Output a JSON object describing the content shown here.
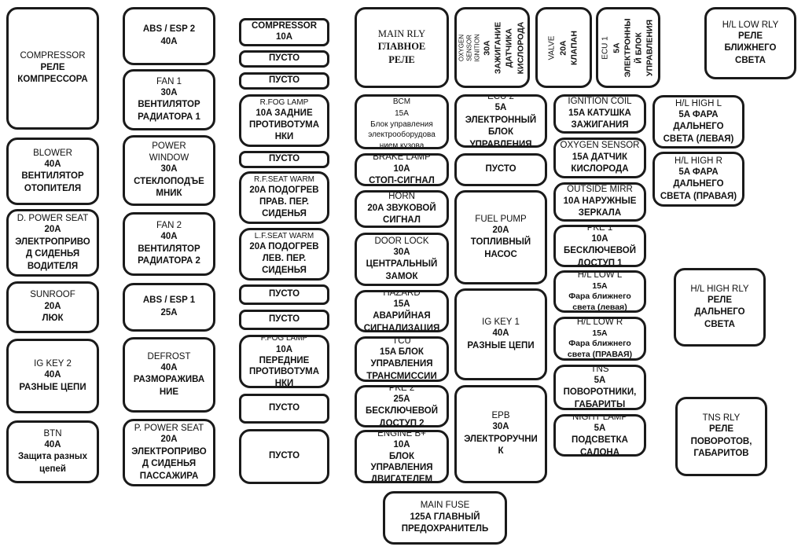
{
  "boxes": [
    {
      "id": "compressor-relay",
      "title": "COMPRESSOR",
      "desc": "РЕЛЕ\nКОМПРЕССОРА"
    },
    {
      "id": "blower",
      "title": "BLOWER",
      "desc": "40A\nВЕНТИЛЯТОР\nОТОПИТЕЛЯ"
    },
    {
      "id": "d-power-seat",
      "title": "D. POWER SEAT",
      "desc": "20A\nЭЛЕКТРОПРИВО\nД СИДЕНЬЯ\nВОДИТЕЛЯ"
    },
    {
      "id": "sunroof",
      "title": "SUNROOF",
      "desc": "20A\nЛЮК"
    },
    {
      "id": "ig-key-2",
      "title": "IG KEY 2",
      "desc": "40A\nРАЗНЫЕ ЦЕПИ"
    },
    {
      "id": "btn",
      "title": "BTN",
      "desc": "40A\nЗащита разных\nцепей"
    },
    {
      "id": "abs-esp-2",
      "title": "",
      "desc": "ABS / ESP 2\n40A"
    },
    {
      "id": "fan-1",
      "title": "FAN 1",
      "desc": "30A\nВЕНТИЛЯТОР\nРАДИАТОРА 1"
    },
    {
      "id": "power-window",
      "title": "POWER\nWINDOW",
      "desc": "30A\nСТЕКЛОПОДЪЕ\nМНИК"
    },
    {
      "id": "fan-2",
      "title": "FAN 2",
      "desc": "40A\nВЕНТИЛЯТОР\nРАДИАТОРА 2"
    },
    {
      "id": "abs-esp-1",
      "title": "",
      "desc": "ABS / ESP 1\n25A"
    },
    {
      "id": "defrost",
      "title": "DEFROST",
      "desc": "40A\nРАЗМОРАЖИВА\nНИЕ"
    },
    {
      "id": "p-power-seat",
      "title": "P. POWER SEAT",
      "desc": "20A\nЭЛЕКТРОПРИВО\nД СИДЕНЬЯ\nПАССАЖИРА"
    },
    {
      "id": "compressor-fuse",
      "title": "",
      "desc": "COMPRESSOR\n10A"
    },
    {
      "id": "empty-1",
      "title": "",
      "desc": "ПУСТО"
    },
    {
      "id": "empty-2",
      "title": "",
      "desc": "ПУСТО"
    },
    {
      "id": "r-fog-lamp",
      "title": "R.FOG LAMP",
      "desc": "10A ЗАДНИЕ\nПРОТИВОТУМА\nНКИ"
    },
    {
      "id": "empty-3",
      "title": "",
      "desc": "ПУСТО"
    },
    {
      "id": "rf-seat-warm",
      "title": "R.F.SEAT WARM",
      "desc": "20A ПОДОГРЕВ\nПРАВ. ПЕР.\nСИДЕНЬЯ"
    },
    {
      "id": "lf-seat-warm",
      "title": "L.F.SEAT WARM",
      "desc": "20A ПОДОГРЕВ\nЛЕВ. ПЕР.\nСИДЕНЬЯ"
    },
    {
      "id": "empty-4",
      "title": "",
      "desc": "ПУСТО"
    },
    {
      "id": "empty-5",
      "title": "",
      "desc": "ПУСТО"
    },
    {
      "id": "f-fog-lamp",
      "title": "F.FOG LAMP",
      "desc": "10A\nПЕРЕДНИЕ\nПРОТИВОТУМА\nНКИ"
    },
    {
      "id": "empty-6",
      "title": "",
      "desc": "ПУСТО"
    },
    {
      "id": "empty-7",
      "title": "",
      "desc": "ПУСТО"
    },
    {
      "id": "main-relay",
      "title": "MAIN RLY",
      "desc": "ГЛАВНОЕ\nРЕЛЕ"
    },
    {
      "id": "bcm",
      "title": "BCM",
      "desc": "15A\nБлок управления\nэлектрооборудова\nнием кузова"
    },
    {
      "id": "brake-lamp",
      "title": "BRAKE LAMP",
      "desc": "10A\nСТОП-СИГНАЛ"
    },
    {
      "id": "horn",
      "title": "HORN",
      "desc": "20A ЗВУКОВОЙ\nСИГНАЛ"
    },
    {
      "id": "door-lock",
      "title": "DOOR LOCK",
      "desc": "30A\nЦЕНТРАЛЬНЫЙ\nЗАМОК"
    },
    {
      "id": "hazard",
      "title": "HAZARD",
      "desc": "15A\nАВАРИЙНАЯ\nСИГНАЛИЗАЦИЯ"
    },
    {
      "id": "tcu",
      "title": "TCU",
      "desc": "15A БЛОК\nУПРАВЛЕНИЯ\nТРАНСМИССИИ"
    },
    {
      "id": "pke-2",
      "title": "PKE 2",
      "desc": "25A\nБЕСКЛЮЧЕВОЙ\nДОСТУП 2"
    },
    {
      "id": "engine-b",
      "title": "ENGINE B+",
      "desc": "10A\nБЛОК\nУПРАВЛЕНИЯ\nДВИГАТЕЛЕМ"
    },
    {
      "id": "oxygen-sensor-ignition",
      "title": "OXYGEN SENSOR\nIGNITION",
      "desc": "30A\nЗАЖИГАНИЕ\nДАТЧИКА\nКИСЛОРОДА"
    },
    {
      "id": "valve",
      "title": "VALVE",
      "desc": "20A\nКЛАПАН"
    },
    {
      "id": "ecu-1",
      "title": "ECU 1",
      "desc": "5A\nЭЛЕКТРОННЫ\nЙ БЛОК\nУПРАВЛЕНИЯ"
    },
    {
      "id": "ecu-2",
      "title": "ECU 2",
      "desc": "5A\nЭЛЕКТРОННЫЙ\nБЛОК\nУПРАВЛЕНИЯ"
    },
    {
      "id": "empty-8",
      "title": "",
      "desc": "ПУСТО"
    },
    {
      "id": "fuel-pump",
      "title": "FUEL PUMP",
      "desc": "20A\nТОПЛИВНЫЙ\nНАСОС"
    },
    {
      "id": "ig-key-1",
      "title": "IG KEY 1",
      "desc": "40A\nРАЗНЫЕ ЦЕПИ"
    },
    {
      "id": "epb",
      "title": "EPB",
      "desc": "30A\nЭЛЕКТРОРУЧНИ\nК"
    },
    {
      "id": "ignition-coil",
      "title": "IGNITION COIL",
      "desc": "15A КАТУШКА\nЗАЖИГАНИЯ"
    },
    {
      "id": "oxygen-sensor",
      "title": "OXYGEN SENSOR",
      "desc": "15A ДАТЧИК\nКИСЛОРОДА"
    },
    {
      "id": "outside-mirr",
      "title": "OUTSIDE MIRR",
      "desc": "10A НАРУЖНЫЕ\nЗЕРКАЛА"
    },
    {
      "id": "pke-1",
      "title": "PKE 1",
      "desc": "10A\nБЕСКЛЮЧЕВОЙ\nДОСТУП 1"
    },
    {
      "id": "hl-low-l",
      "title": "H/L LOW L",
      "desc": "15A\nФара ближнего\nсвета (левая)"
    },
    {
      "id": "hl-low-r",
      "title": "H/L LOW R",
      "desc": "15A\nФара ближнего\nсвета (ПРАВАЯ)"
    },
    {
      "id": "tns",
      "title": "TNS",
      "desc": "5A\nПОВОРОТНИКИ,\nГАБАРИТЫ"
    },
    {
      "id": "night-lamp",
      "title": "NIGHT LAMP",
      "desc": "5A\nПОДСВЕТКА\nСАЛОНА"
    },
    {
      "id": "hl-low-rly",
      "title": "H/L LOW RLY",
      "desc": "РЕЛЕ\nБЛИЖНЕГО\nСВЕТА"
    },
    {
      "id": "hl-high-l",
      "title": "H/L HIGH L",
      "desc": "5A ФАРА\nДАЛЬНЕГО\nСВЕТА (ЛЕВАЯ)"
    },
    {
      "id": "hl-high-r",
      "title": "H/L HIGH R",
      "desc": "5A ФАРА\nДАЛЬНЕГО\nСВЕТА (ПРАВАЯ)"
    },
    {
      "id": "hl-high-rly",
      "title": "H/L HIGH RLY",
      "desc": "РЕЛЕ\nДАЛЬНЕГО\nСВЕТА"
    },
    {
      "id": "tns-rly",
      "title": "TNS RLY",
      "desc": "РЕЛЕ\nПОВОРОТОВ,\nГАБАРИТОВ"
    },
    {
      "id": "main-fuse",
      "title": "MAIN FUSE",
      "desc": "125A ГЛАВНЫЙ\nПРЕДОХРАНИТЕЛЬ"
    }
  ]
}
